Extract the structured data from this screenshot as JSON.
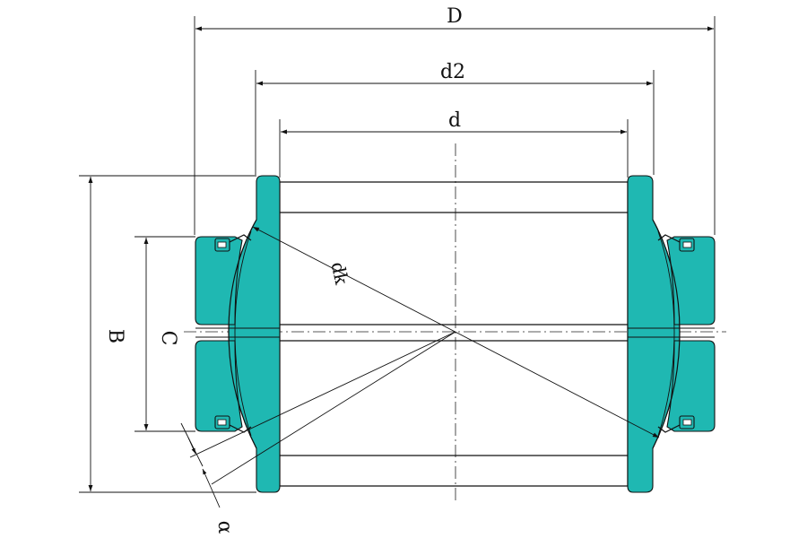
{
  "labels": {
    "D": "D",
    "d2": "d2",
    "d": "d",
    "dk": "dk",
    "B": "B",
    "C": "C",
    "alpha": "α"
  },
  "colors": {
    "teal": "#1fb8b2",
    "line": "#111111",
    "background": "#ffffff"
  }
}
